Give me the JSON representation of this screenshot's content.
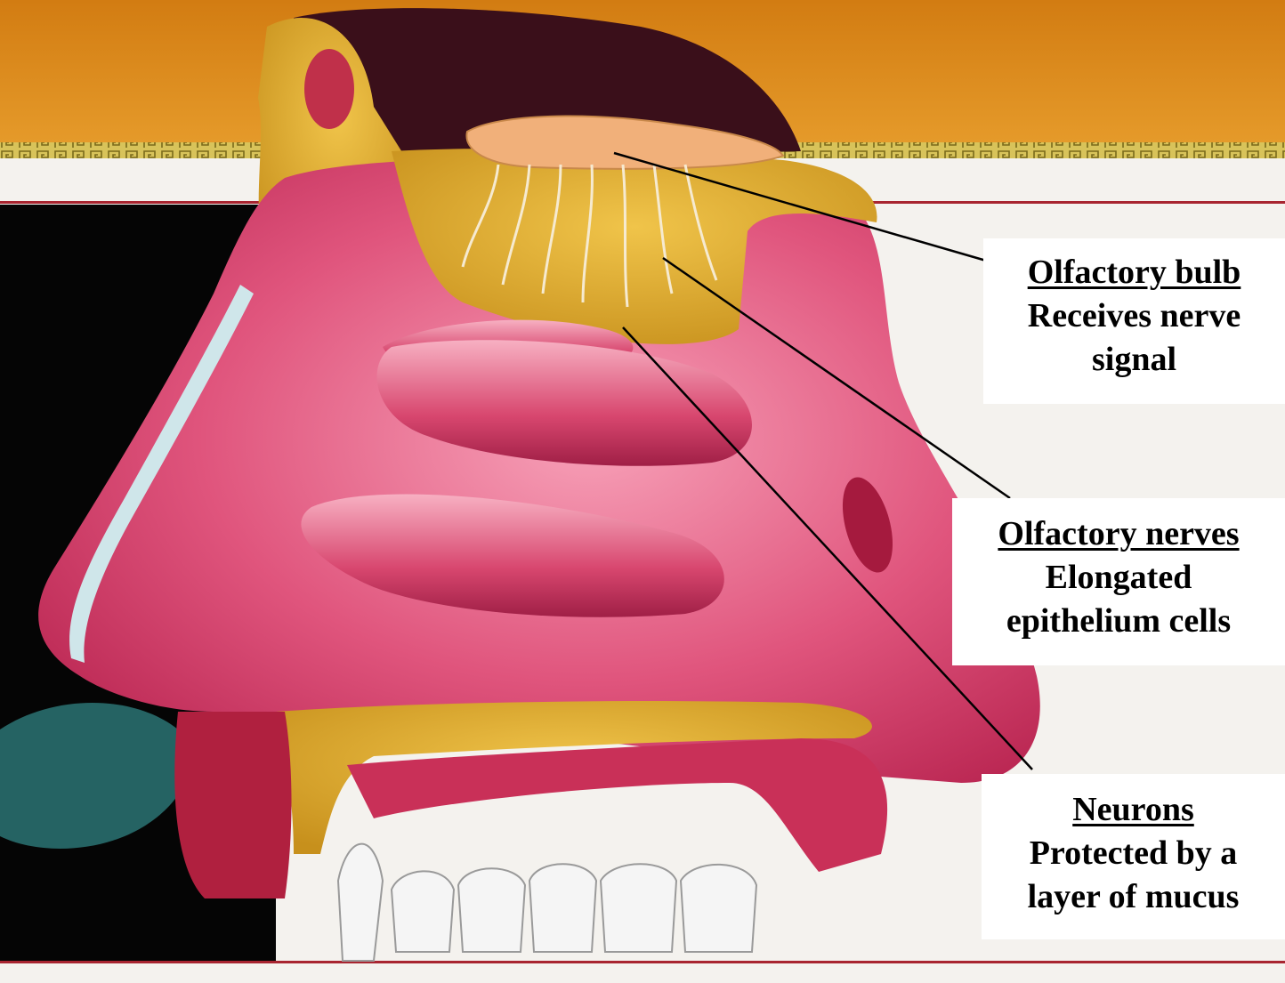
{
  "labels": [
    {
      "title": "Olfactory bulb",
      "desc_lines": [
        "Receives nerve",
        "signal"
      ]
    },
    {
      "title": "Olfactory nerves",
      "desc_lines": [
        "Elongated",
        "epithelium cells"
      ]
    },
    {
      "title": "Neurons",
      "desc_lines": [
        "Protected by a",
        "layer of mucus"
      ]
    }
  ],
  "colors": {
    "banner": "#d9891a",
    "bone": "#d9a52a",
    "tissue": "#d9456f",
    "tissue_light": "#f08aa8",
    "leader_line": "#000000"
  }
}
